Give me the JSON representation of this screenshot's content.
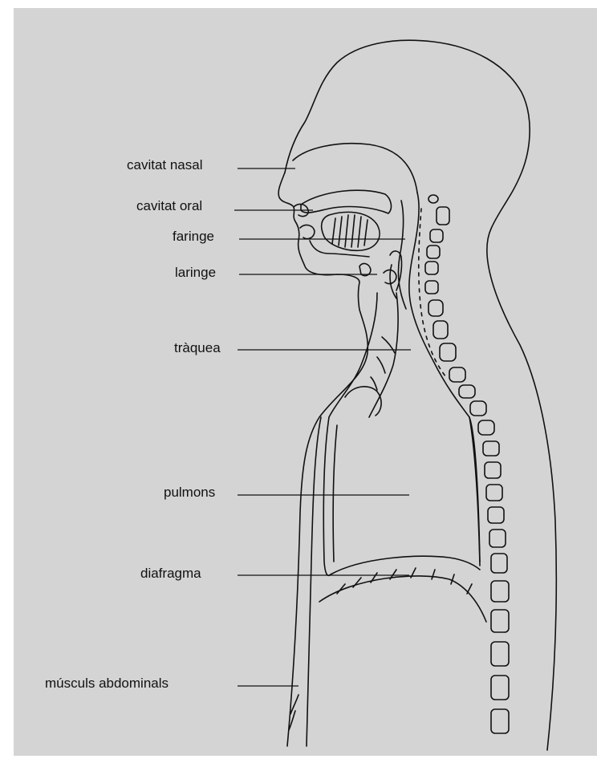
{
  "diagram": {
    "labels": {
      "nasal_cavity": "cavitat nasal",
      "oral_cavity": "cavitat oral",
      "pharynx": "faringe",
      "larynx": "laringe",
      "trachea": "tràquea",
      "lungs": "pulmons",
      "diaphragm": "diafragma",
      "abdominal_muscles": "músculs abdominals"
    },
    "colors": {
      "background": "#d4d4d4",
      "line": "#111111"
    }
  }
}
